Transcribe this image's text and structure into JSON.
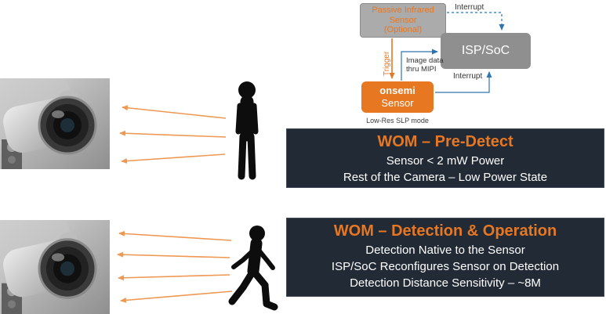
{
  "colors": {
    "accent_orange": "#E87722",
    "arrow_orange": "#ED9853",
    "dark_navy_panel": "#222A35",
    "pir_box_gray": "#ABABAB",
    "isp_box_gray": "#8F8F8F",
    "connector_blue": "#2E74B5"
  },
  "diagram": {
    "pir_lines": [
      "Passive Infrared",
      "Sensor",
      "(Optional)"
    ],
    "isp_label": "ISP/SoC",
    "sensor_lines": [
      "onsemi",
      "Sensor"
    ],
    "trigger_label": "Trigger",
    "interrupt_top_label": "Interrupt",
    "interrupt_bottom_label": "Interrupt",
    "mipi_lines": [
      "Image data",
      "thru MIPI"
    ],
    "slp_mode_label": "Low-Res SLP mode"
  },
  "predetect_panel": {
    "title": "WOM – Pre-Detect",
    "lines": [
      "Sensor < 2 mW Power",
      "Rest of the Camera – Low Power State"
    ]
  },
  "detection_panel": {
    "title": "WOM – Detection & Operation",
    "lines": [
      "Detection Native to the Sensor",
      "ISP/SoC Reconfigures Sensor on Detection",
      "Detection Distance Sensitivity – ~8M"
    ]
  },
  "icons": {
    "camera_photo": "security-camera-photo",
    "standing_person": "standing-person-icon",
    "walking_person": "walking-person-icon",
    "motion_arrows": "left-arrow-icon"
  }
}
